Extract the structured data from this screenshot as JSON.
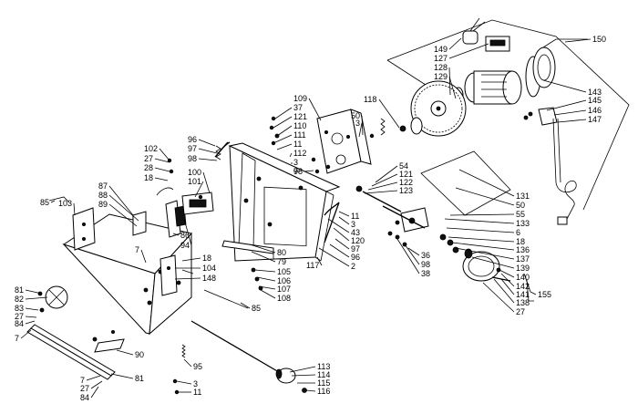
{
  "callouts": [
    {
      "label": "149"
    },
    {
      "label": "127"
    },
    {
      "label": "128"
    },
    {
      "label": "129"
    },
    {
      "label": "150"
    },
    {
      "label": "143"
    },
    {
      "label": "145"
    },
    {
      "label": "146"
    },
    {
      "label": "147"
    },
    {
      "label": "118"
    },
    {
      "label": "50"
    },
    {
      "label": "3"
    },
    {
      "label": "109"
    },
    {
      "label": "37"
    },
    {
      "label": "121"
    },
    {
      "label": "110"
    },
    {
      "label": "111"
    },
    {
      "label": "11"
    },
    {
      "label": "112"
    },
    {
      "label": "3"
    },
    {
      "label": "7"
    },
    {
      "label": "98"
    },
    {
      "label": "96"
    },
    {
      "label": "97"
    },
    {
      "label": "98"
    },
    {
      "label": "102"
    },
    {
      "label": "27"
    },
    {
      "label": "28"
    },
    {
      "label": "18"
    },
    {
      "label": "100"
    },
    {
      "label": "101"
    },
    {
      "label": "87"
    },
    {
      "label": "88"
    },
    {
      "label": "89"
    },
    {
      "label": "85"
    },
    {
      "label": "103"
    },
    {
      "label": "86"
    },
    {
      "label": "94"
    },
    {
      "label": "54"
    },
    {
      "label": "121"
    },
    {
      "label": "122"
    },
    {
      "label": "123"
    },
    {
      "label": "11"
    },
    {
      "label": "3"
    },
    {
      "label": "43"
    },
    {
      "label": "120"
    },
    {
      "label": "97"
    },
    {
      "label": "96"
    },
    {
      "label": "2"
    },
    {
      "label": "80"
    },
    {
      "label": "79"
    },
    {
      "label": "117"
    },
    {
      "label": "105"
    },
    {
      "label": "106"
    },
    {
      "label": "107"
    },
    {
      "label": "108"
    },
    {
      "label": "131"
    },
    {
      "label": "50"
    },
    {
      "label": "55"
    },
    {
      "label": "133"
    },
    {
      "label": "6"
    },
    {
      "label": "18"
    },
    {
      "label": "136"
    },
    {
      "label": "137"
    },
    {
      "label": "139"
    },
    {
      "label": "140"
    },
    {
      "label": "142"
    },
    {
      "label": "141"
    },
    {
      "label": "155"
    },
    {
      "label": "138"
    },
    {
      "label": "27"
    },
    {
      "label": "36"
    },
    {
      "label": "98"
    },
    {
      "label": "38"
    },
    {
      "label": "7"
    },
    {
      "label": "18"
    },
    {
      "label": "104"
    },
    {
      "label": "148"
    },
    {
      "label": "85"
    },
    {
      "label": "81"
    },
    {
      "label": "82"
    },
    {
      "label": "83"
    },
    {
      "label": "27"
    },
    {
      "label": "84"
    },
    {
      "label": "7"
    },
    {
      "label": "90"
    },
    {
      "label": "81"
    },
    {
      "label": "7"
    },
    {
      "label": "27"
    },
    {
      "label": "84"
    },
    {
      "label": "95"
    },
    {
      "label": "3"
    },
    {
      "label": "11"
    },
    {
      "label": "113"
    },
    {
      "label": "114"
    },
    {
      "label": "115"
    },
    {
      "label": "116"
    }
  ]
}
